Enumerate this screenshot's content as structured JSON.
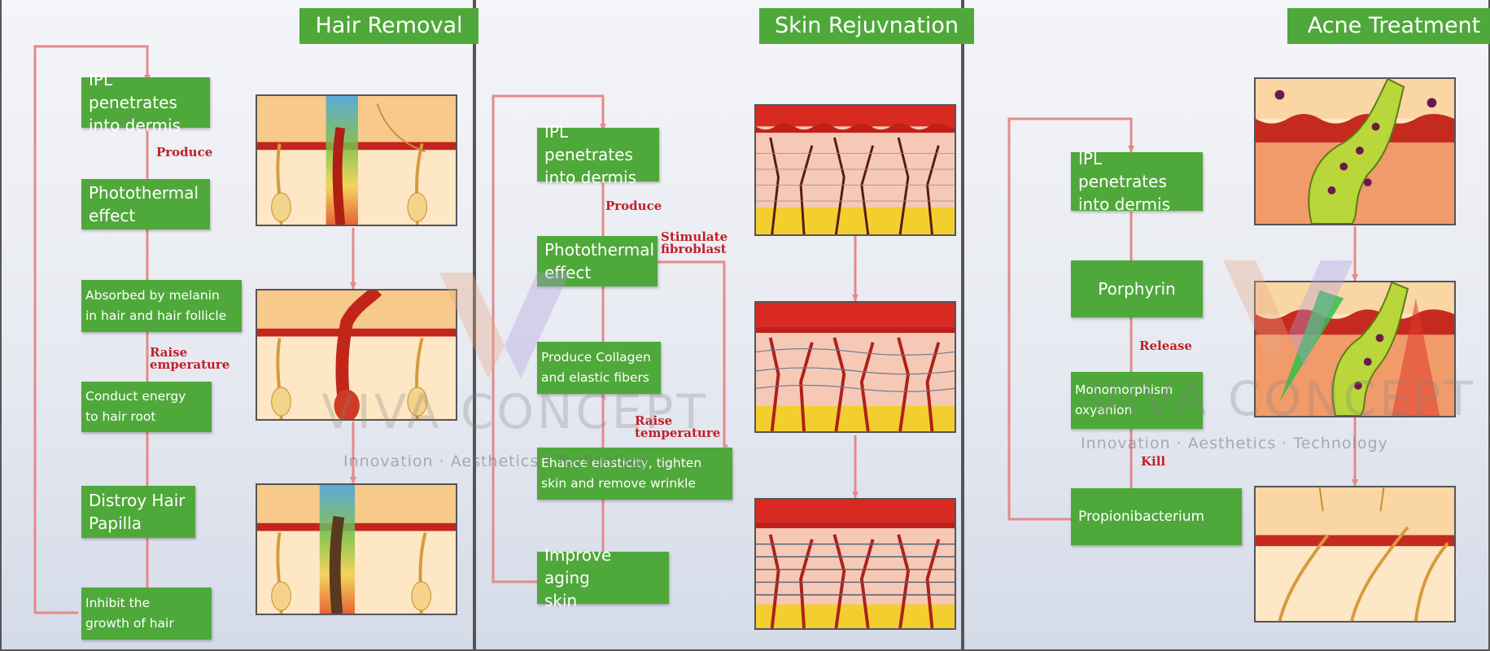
{
  "watermark": {
    "brand": "VIVA CONCEPT",
    "tagline": "Innovation  ·  Aesthetics  ·  Technology"
  },
  "colors": {
    "box_green": "#4fa83a",
    "arrow_pink": "#e58a8a",
    "annotation_red": "#c0202a"
  },
  "panels": [
    {
      "title": "Hair Removal",
      "steps": [
        "IPL penetrates\ninto dermis",
        "Photothermal\neffect",
        "Absorbed by  melanin\nin hair  and hair follicle",
        "Conduct energy\nto hair root",
        "Distroy Hair\n Papilla",
        "Inhibit the\n growth of hair"
      ],
      "annotations": [
        "Produce",
        "Raise\nemperature"
      ]
    },
    {
      "title": "Skin Rejuvnation",
      "steps": [
        "IPL penetrates\ninto dermis",
        "Photothermal\neffect",
        "Produce Collagen\n and elastic fibers",
        "Ehance elasticity, tighten\n skin and  remove wrinkle",
        "Improve aging\nskin"
      ],
      "annotations": [
        "Produce",
        "Stimulate\nfibroblast",
        "Raise\ntemperature"
      ]
    },
    {
      "title": "Acne Treatment",
      "steps": [
        "IPL penetrates\ninto dermis",
        "Porphyrin",
        "Monomorphism\noxyanion",
        "Propionibacterium"
      ],
      "annotations": [
        "Release",
        "Kill"
      ]
    }
  ]
}
